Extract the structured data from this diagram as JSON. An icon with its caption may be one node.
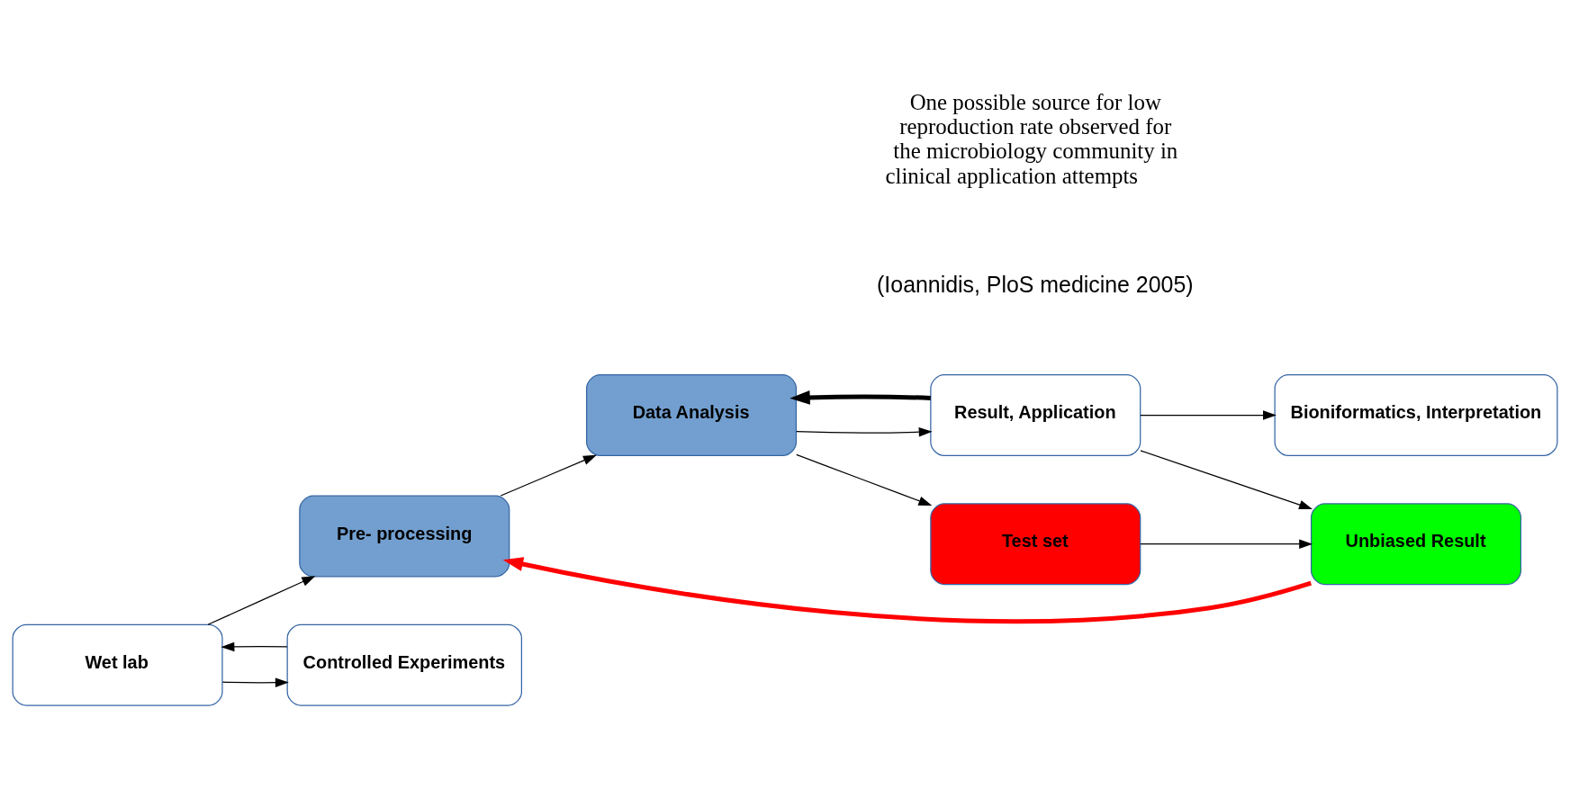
{
  "diagram": {
    "nodes": [
      {
        "text": [
          "Wet lab"
        ]
      },
      {
        "text": [
          "Pre- processing"
        ]
      },
      {
        "text": [
          "Data Analysis"
        ]
      },
      {
        "text": [
          "Result, Application"
        ]
      },
      {
        "text": [
          "Test set"
        ]
      },
      {
        "text": [
          "Unbiased Result"
        ]
      },
      {
        "text": [
          "Controlled Experiments"
        ]
      },
      {
        "text": [
          "Bioniformatics, Interpretation"
        ]
      }
    ],
    "edges": [
      {
        "from": 0,
        "to": 1,
        "arrow": "to"
      },
      {
        "from": 0,
        "to": 6,
        "arrow": "to"
      },
      {
        "from": 6,
        "to": 0,
        "arrow": "to"
      },
      {
        "from": 1,
        "to": 2,
        "arrow": "to"
      },
      {
        "from": 2,
        "to": 3,
        "arrow": "to"
      },
      {
        "from": 2,
        "to": 4,
        "arrow": "to"
      },
      {
        "from": 4,
        "to": 5,
        "arrow": "to"
      },
      {
        "from": 3,
        "to": 5,
        "arrow": "to"
      },
      {
        "from": 3,
        "to": 2,
        "arrow": "to",
        "style": "thick"
      },
      {
        "from": 5,
        "to": 1,
        "arrow": "to",
        "style": "thick",
        "color": "#ff0000"
      },
      {
        "from": 3,
        "to": 7,
        "arrow": "to"
      }
    ],
    "labels": [
      "One possible source for low reproduction rate observed for the microbiology community in clinical application attempts",
      "(Ioannidis, PloS medicine 2005)"
    ]
  }
}
